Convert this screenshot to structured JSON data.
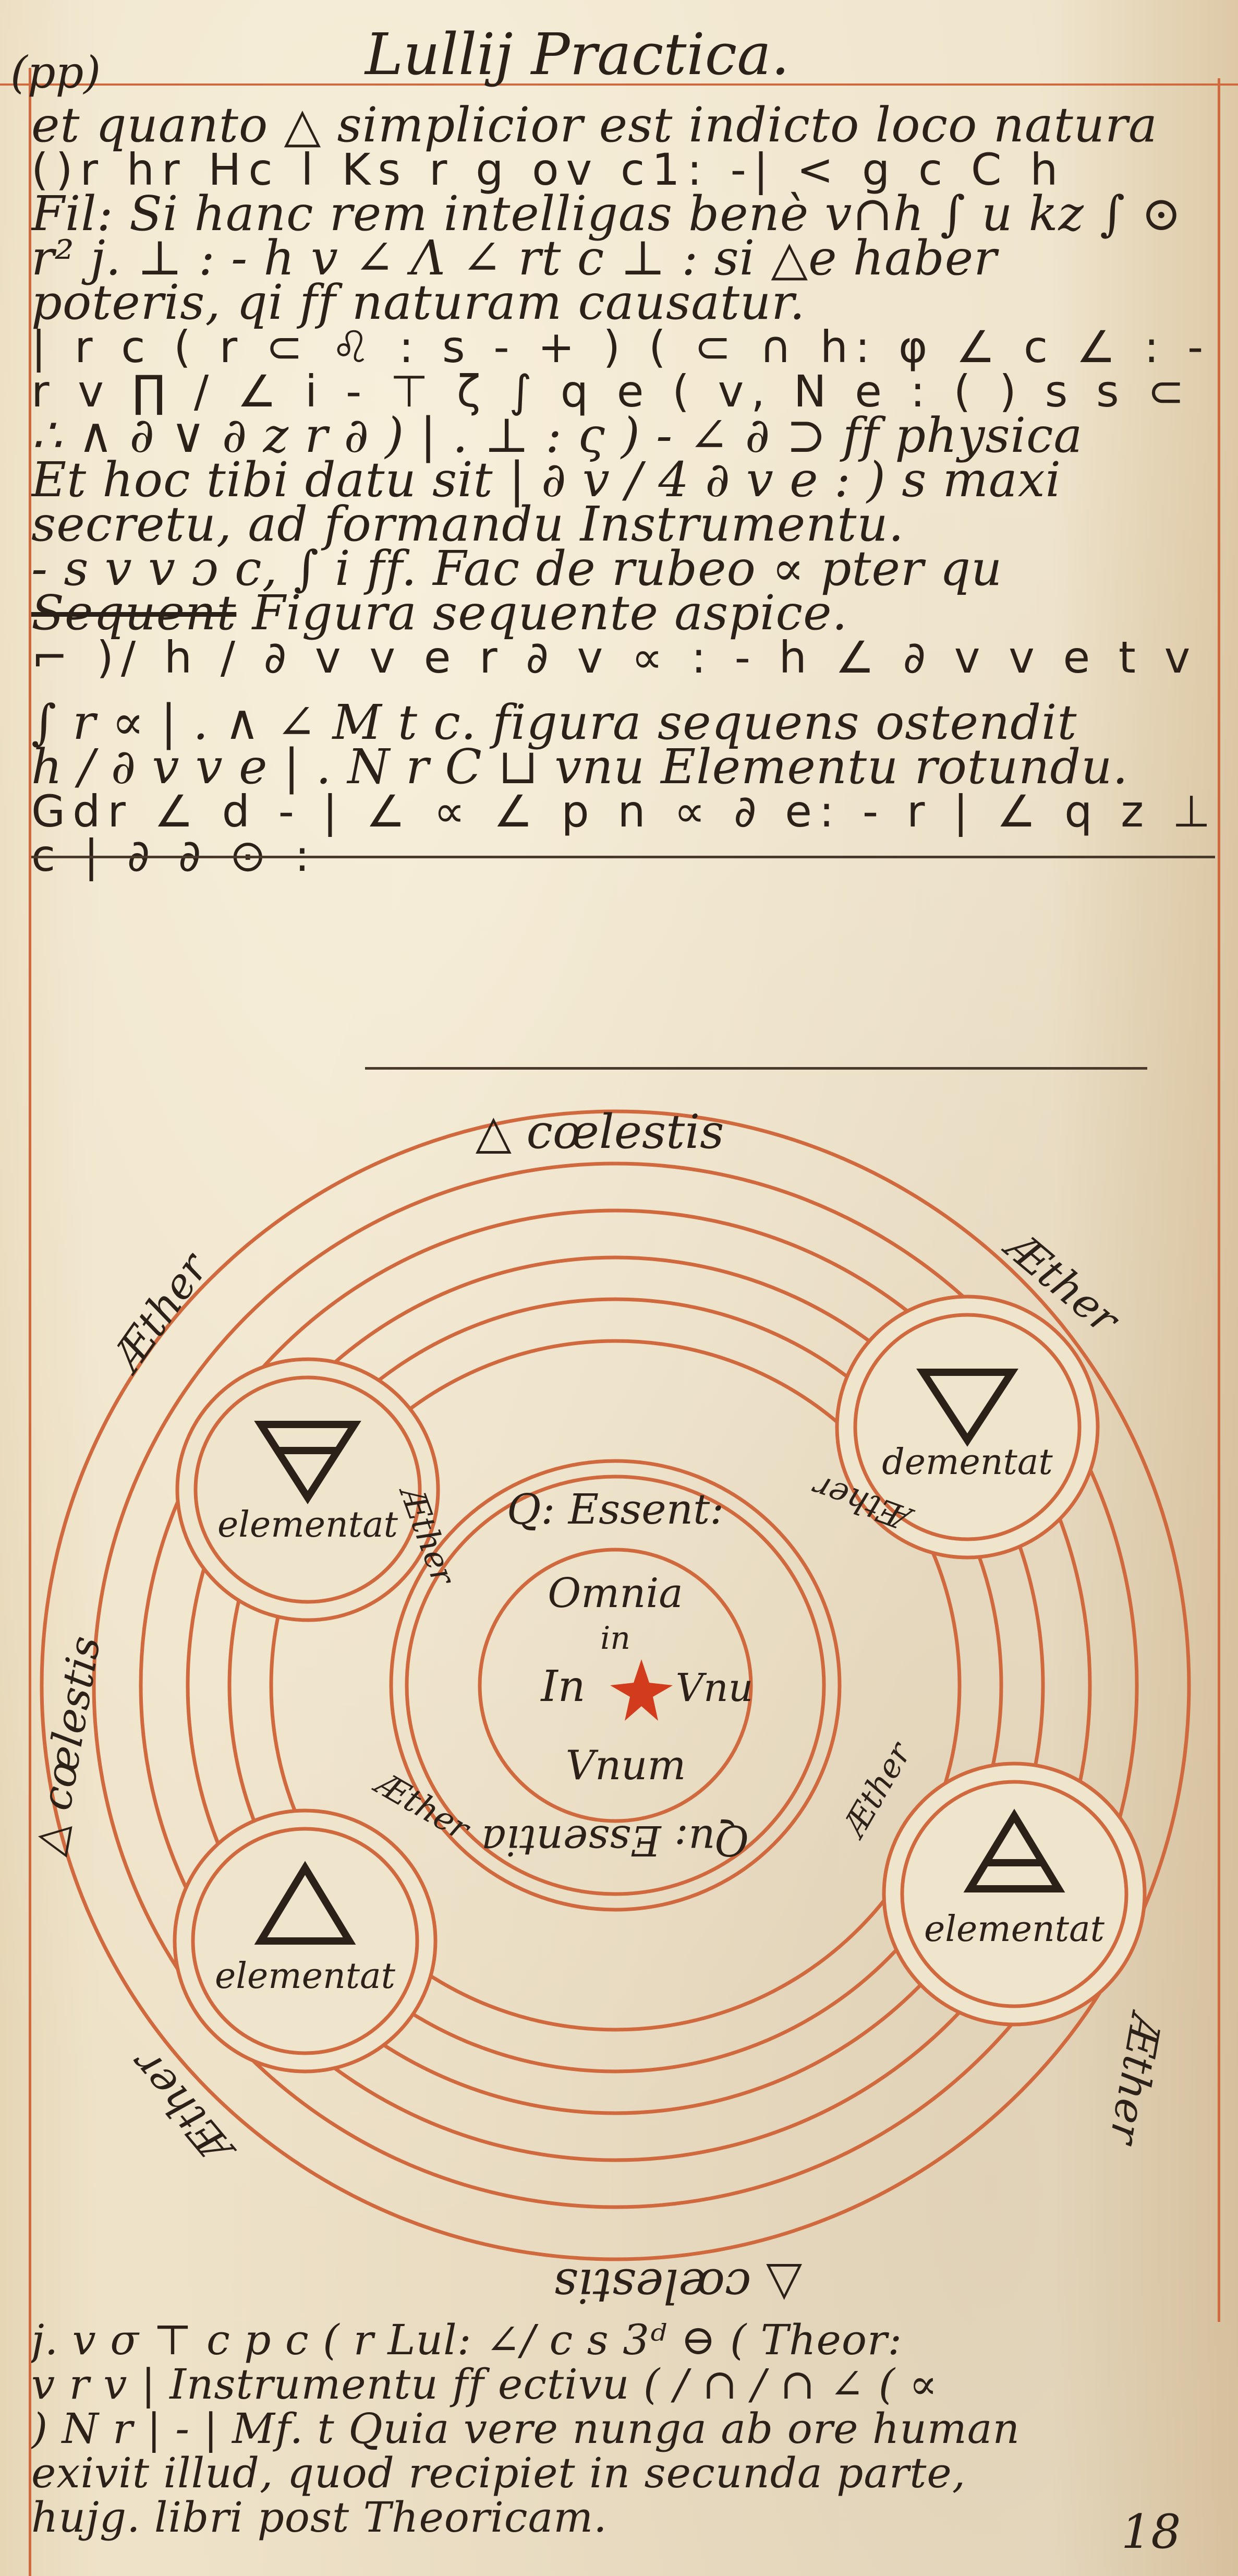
{
  "header": {
    "page_marker": "(pp)",
    "title": "Lullij Practica.",
    "page_number": "18"
  },
  "lines": [
    {
      "text": "et quanto △ simplicior est indicto loco natura",
      "cipher": false
    },
    {
      "text": "()r hr Hc l Ks r g ov c1: -| < g c C h",
      "cipher": true
    },
    {
      "text": "Fil: Si hanc rem intelligas benè v∩h ∫ u kz ∫ ⊙",
      "cipher": false
    },
    {
      "text": "r² j. ⊥ : - h v ∠ Λ ∠ rt c ⊥ : si △e haber",
      "cipher": false
    },
    {
      "text": "poteris, qi ff naturam causatur.",
      "cipher": false
    },
    {
      "text": "| r c ( r ⊂ ♌ : s - + ) ( ⊂ ∩ h: φ ∠ c ∠ : -",
      "cipher": true
    },
    {
      "text": "r v ∏ / ∠ i - ⊤ ζ ∫ q e ( v, N e : ( ) s s ⊂ : ) s ∫ H ∩",
      "cipher": true
    },
    {
      "text": "∴ ∧ ∂ ∨ ∂ z r ∂ ) | . ⊥ : ς ) - ∠ ∂ ⊃ ff physica",
      "cipher": false
    },
    {
      "text": "Et hoc tibi datu sit | ∂ v / 4 ∂ v e : ) s maxi",
      "cipher": false
    },
    {
      "text": "secretu, ad formandu Instrumentu.",
      "cipher": false
    },
    {
      "text": "- s v v ɔ c, ∫ i ff. Fac de rubeo ∝ pter qu",
      "cipher": false
    },
    {
      "text": "Sequent Figura sequente aspice.",
      "cipher": false,
      "strike_word": "Sequent"
    },
    {
      "text": "⌐ )/ h / ∂ v v e r ∂ v ∝ : - h ∠ ∂ v v e t v / H :",
      "cipher": true
    },
    {
      "text": "∫ r ∝ | . ∧ ∠ M t c. figura sequens ostendit",
      "cipher": false
    },
    {
      "text": "h / ∂ v v e | . N r C ⊔ vnu Elementu rotundu.",
      "cipher": false
    },
    {
      "text": "Gdr ∠ d - | ∠ ∝ ∠ p n ∝ ∂ e: - r | ∠ q z ⊥ ⊙",
      "cipher": true
    },
    {
      "text": "c | ∂ ∂ ⊙ :",
      "cipher": true
    }
  ],
  "diagram": {
    "outer_label_top": "△ cœlestis",
    "outer_label_bottom": "△ cœlestis",
    "outer_label_left": "△ cœlestis",
    "ether_labels": [
      "Æther",
      "Æther",
      "Æther",
      "Æther"
    ],
    "inner_ether_labels": [
      "Æther",
      "Æther",
      "Æther",
      "Æther"
    ],
    "elements": [
      {
        "symbol": "🜁",
        "label": "elementat"
      },
      {
        "symbol": "🜄",
        "label": "dementat"
      },
      {
        "symbol": "🜂",
        "label": "elementat"
      },
      {
        "symbol": "🜃",
        "label": "elementat"
      }
    ],
    "center": {
      "top_label": "Q: Essent:",
      "bottom_label": "Qu: Essentia",
      "line1": "Omnia",
      "line2": "in",
      "line3_left": "In",
      "line3_right": "Vnu",
      "line4": "Vnum"
    }
  },
  "footer_lines": [
    {
      "text": "j. v σ ⊤ c p c ( r Lul: ∠/ c s 3ᵈ ⊖ ( Theor:"
    },
    {
      "text": "v r v | Instrumentu ff ectivu ( / ∩ / ∩ ∠ ( ∝"
    },
    {
      "text": ") N r | - | Mf. t Quia vere nunga ab ore human"
    },
    {
      "text": "exivit illud, quod recipiet in secunda parte,"
    },
    {
      "text": "hujg. libri post Theoricam."
    }
  ],
  "colors": {
    "ink": "#2b2118",
    "red_ink": "#d06a3e",
    "paper": "#e9dcc1"
  }
}
